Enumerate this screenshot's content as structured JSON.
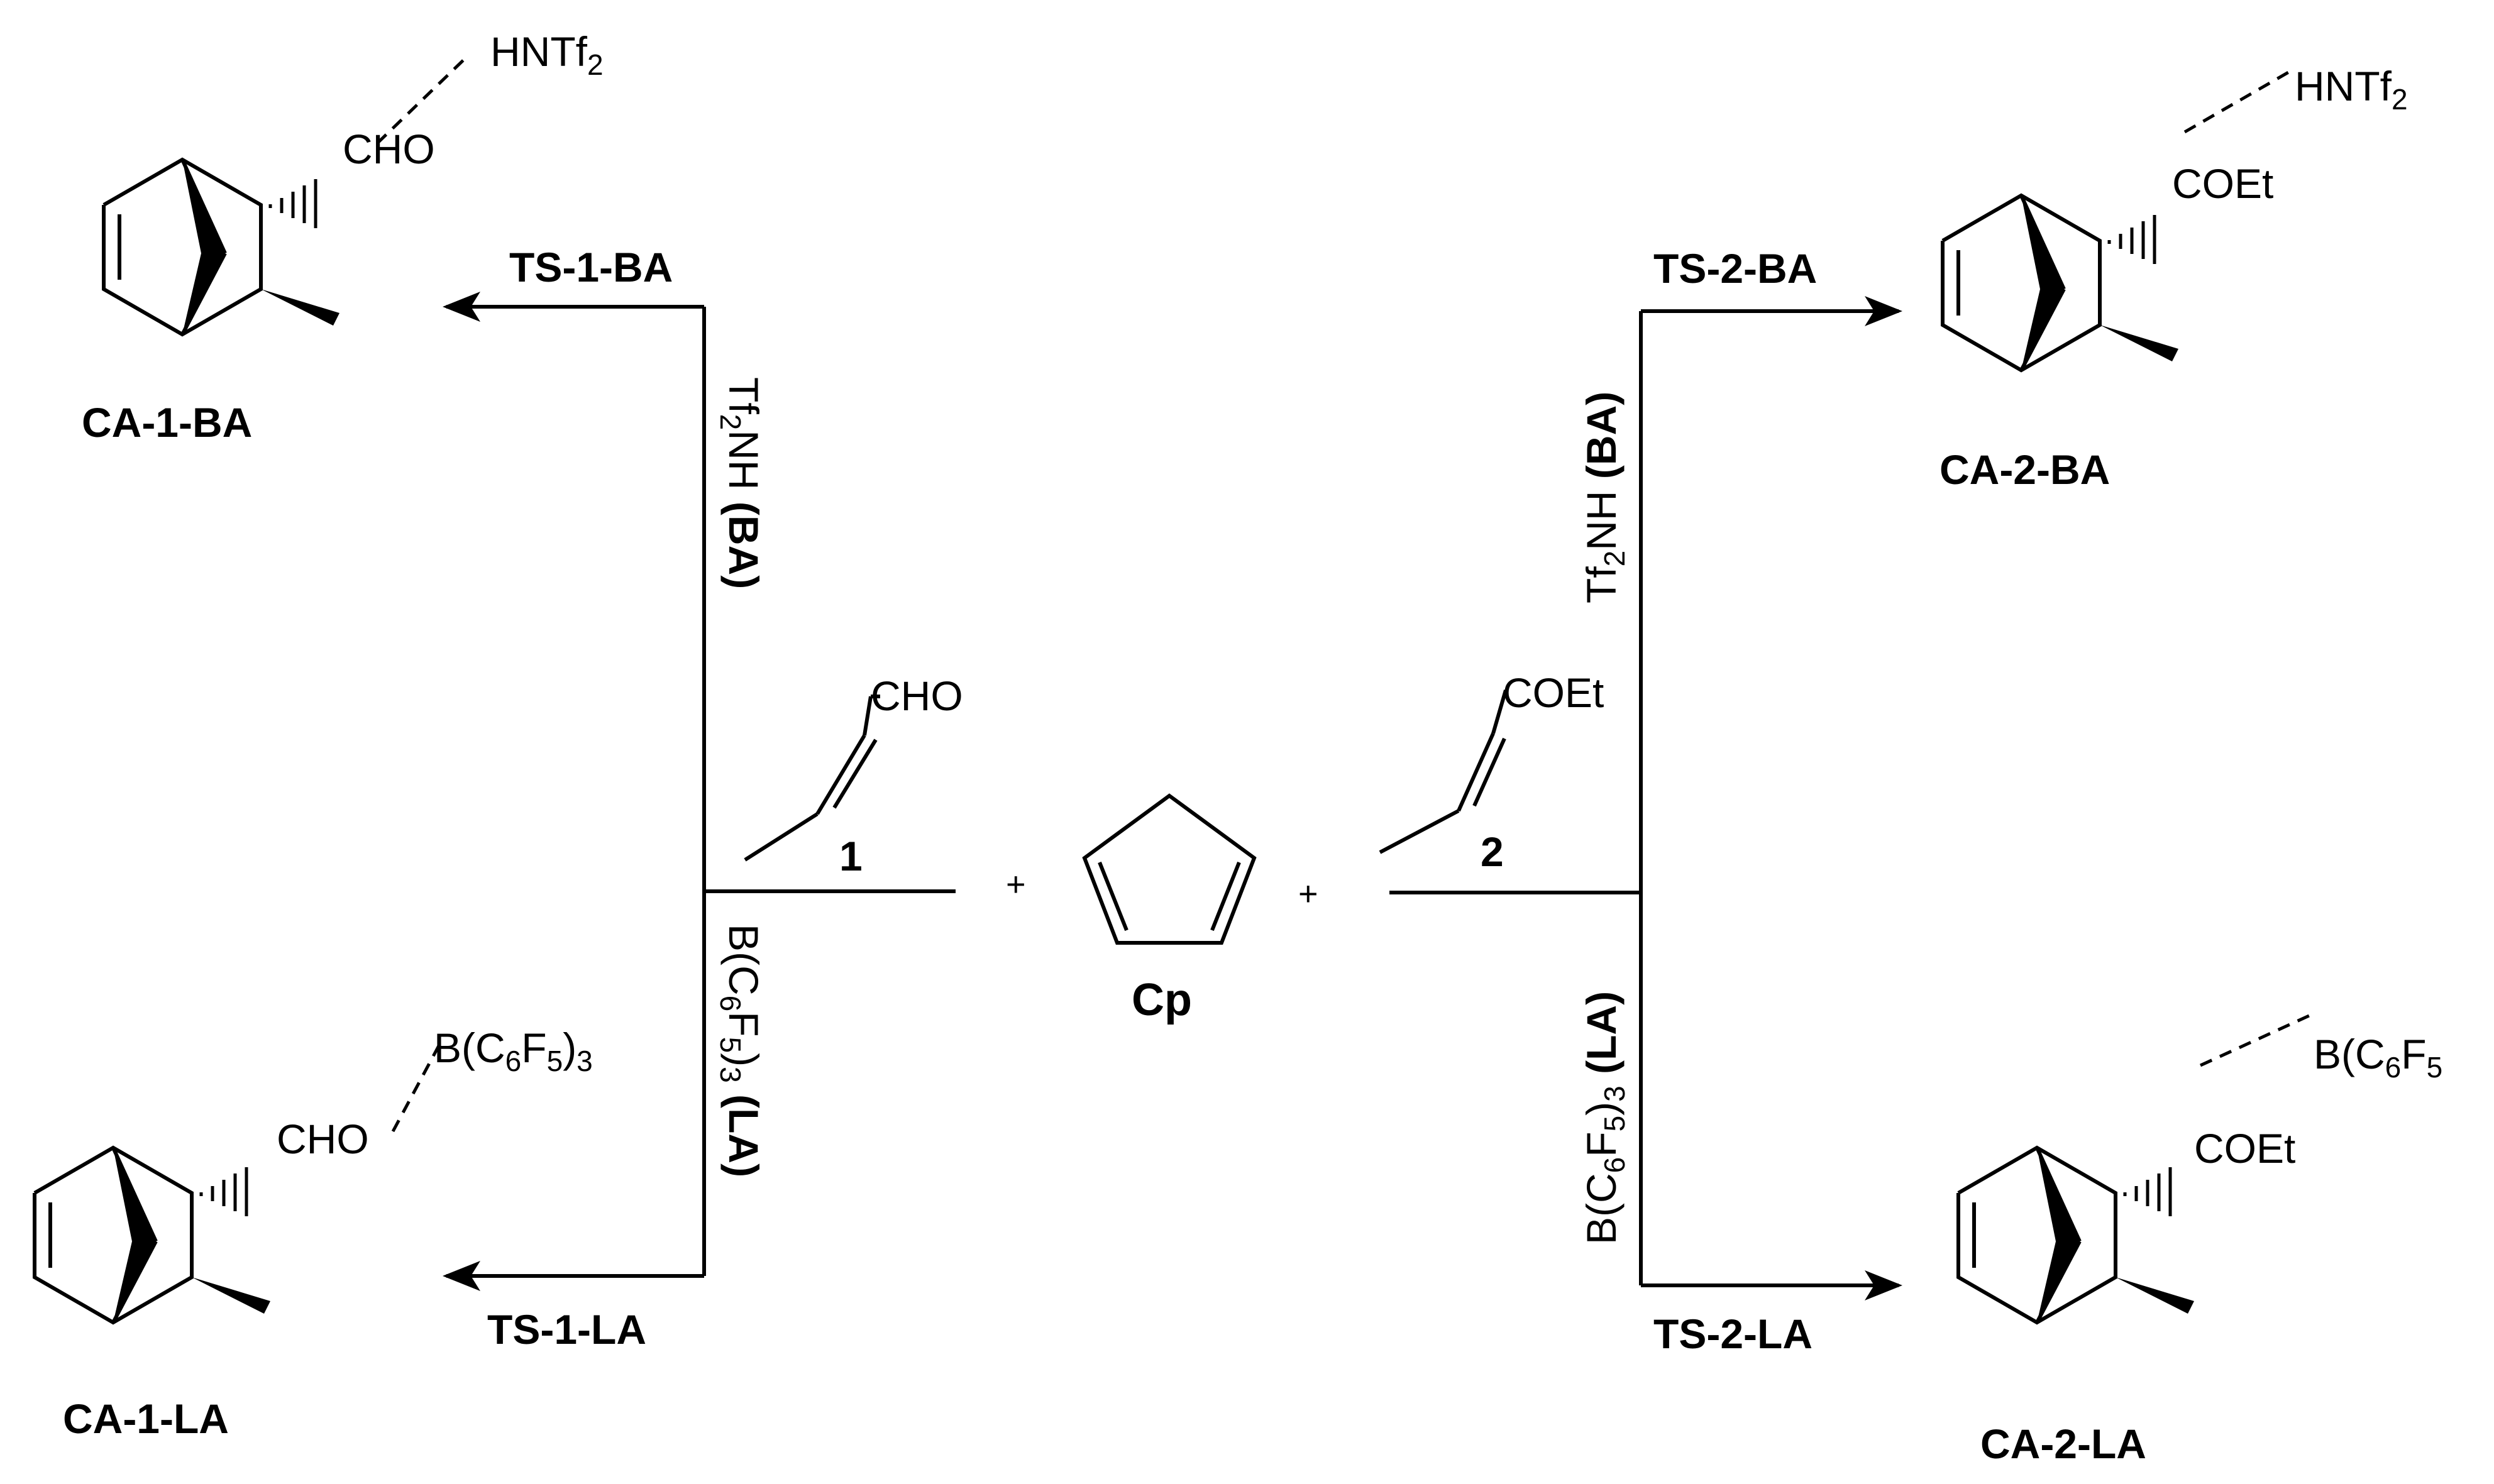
{
  "reactants": {
    "aldehyde": {
      "label": "1",
      "group": "CHO"
    },
    "ketone": {
      "label": "2",
      "group": "COEt"
    },
    "diene": {
      "label": "Cp"
    },
    "plus": "+"
  },
  "catalysts": {
    "ba": {
      "text": "Tf",
      "sub": "2",
      "tail": "NH ",
      "tag": "(BA)"
    },
    "la": {
      "pre": "B(C",
      "sub1": "6",
      "mid": "F",
      "sub2": "5",
      "post": ")",
      "sub3": "3",
      "space": " ",
      "tag": "(LA)"
    }
  },
  "transition_states": {
    "ts1ba": "TS-1-BA",
    "ts1la": "TS-1-LA",
    "ts2ba": "TS-2-BA",
    "ts2la": "TS-2-LA"
  },
  "products": {
    "ca1ba": {
      "label": "CA-1-BA",
      "group": "CHO",
      "complex": {
        "text": "HNTf",
        "sub": "2"
      }
    },
    "ca1la": {
      "label": "CA-1-LA",
      "group": "CHO",
      "complex": {
        "pre": "B(C",
        "sub1": "6",
        "mid": "F",
        "sub2": "5",
        "post": ")",
        "sub3": "3"
      }
    },
    "ca2ba": {
      "label": "CA-2-BA",
      "group": "COEt",
      "complex": {
        "text": "HNTf",
        "sub": "2"
      }
    },
    "ca2la": {
      "label": "CA-2-LA",
      "group": "COEt",
      "complex": {
        "text": "B(C",
        "sub1": "6",
        "mid": "F",
        "sub2": "5",
        "post": ""
      }
    }
  }
}
